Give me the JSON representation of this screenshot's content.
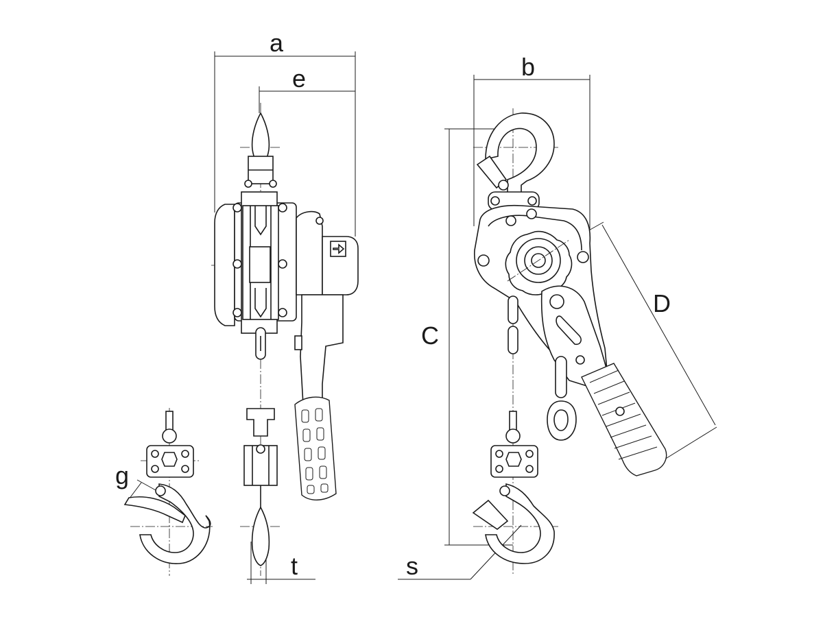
{
  "dimension_labels": {
    "a": "a",
    "e": "e",
    "b": "b",
    "C": "C",
    "D": "D",
    "g": "g",
    "t": "t",
    "s": "s"
  },
  "colors": {
    "line": "#1a1a1a",
    "background": "#ffffff"
  }
}
